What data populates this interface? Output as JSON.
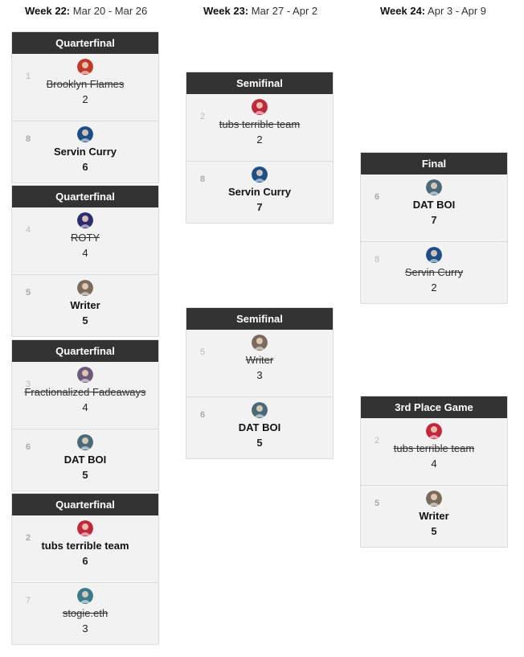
{
  "weeks": [
    {
      "label": "Week 22:",
      "dates": "Mar 20 - Mar 26"
    },
    {
      "label": "Week 23:",
      "dates": "Mar 27 - Apr 2"
    },
    {
      "label": "Week 24:",
      "dates": "Apr 3 - Apr 9"
    }
  ],
  "matches": [
    {
      "title": "Quarterfinal",
      "teams": [
        {
          "seed": "1",
          "name": "Brooklyn Flames",
          "score": "2",
          "avatar": "flames-icon",
          "color": "#c0392b",
          "winner": false
        },
        {
          "seed": "8",
          "name": "Servin Curry",
          "score": "6",
          "avatar": "curry-avatar-icon",
          "color": "#1d4e89",
          "winner": true
        }
      ]
    },
    {
      "title": "Quarterfinal",
      "teams": [
        {
          "seed": "4",
          "name": "ROTY",
          "score": "4",
          "avatar": "roty-avatar-icon",
          "color": "#2c2c6e",
          "winner": false
        },
        {
          "seed": "5",
          "name": "Writer",
          "score": "5",
          "avatar": "writer-avatar-icon",
          "color": "#7a6b5d",
          "winner": true
        }
      ]
    },
    {
      "title": "Quarterfinal",
      "teams": [
        {
          "seed": "3",
          "name": "Fractionalized Fadeaways",
          "score": "4",
          "avatar": "fadeaways-avatar-icon",
          "color": "#6b5a7a",
          "winner": false
        },
        {
          "seed": "6",
          "name": "DAT BOI",
          "score": "5",
          "avatar": "datboi-avatar-icon",
          "color": "#4a6a7a",
          "winner": true
        }
      ]
    },
    {
      "title": "Quarterfinal",
      "teams": [
        {
          "seed": "2",
          "name": "tubs terrible team",
          "score": "6",
          "avatar": "tubs-avatar-icon",
          "color": "#c0283c",
          "winner": true
        },
        {
          "seed": "7",
          "name": "stogie.eth",
          "score": "3",
          "avatar": "stogie-avatar-icon",
          "color": "#3a7a8a",
          "winner": false
        }
      ]
    },
    {
      "title": "Semifinal",
      "teams": [
        {
          "seed": "2",
          "name": "tubs terrible team",
          "score": "2",
          "avatar": "tubs-avatar-icon",
          "color": "#c0283c",
          "winner": false
        },
        {
          "seed": "8",
          "name": "Servin Curry",
          "score": "7",
          "avatar": "curry-avatar-icon",
          "color": "#1d4e89",
          "winner": true
        }
      ]
    },
    {
      "title": "Semifinal",
      "teams": [
        {
          "seed": "5",
          "name": "Writer",
          "score": "3",
          "avatar": "writer-avatar-icon",
          "color": "#7a6b5d",
          "winner": false
        },
        {
          "seed": "6",
          "name": "DAT BOI",
          "score": "5",
          "avatar": "datboi-avatar-icon",
          "color": "#4a6a7a",
          "winner": true
        }
      ]
    },
    {
      "title": "Final",
      "teams": [
        {
          "seed": "6",
          "name": "DAT BOI",
          "score": "7",
          "avatar": "datboi-avatar-icon",
          "color": "#4a6a7a",
          "winner": true
        },
        {
          "seed": "8",
          "name": "Servin Curry",
          "score": "2",
          "avatar": "curry-avatar-icon",
          "color": "#1d4e89",
          "winner": false
        }
      ]
    },
    {
      "title": "3rd Place Game",
      "teams": [
        {
          "seed": "2",
          "name": "tubs terrible team",
          "score": "4",
          "avatar": "tubs-avatar-icon",
          "color": "#c0283c",
          "winner": false
        },
        {
          "seed": "5",
          "name": "Writer",
          "score": "5",
          "avatar": "writer-avatar-icon",
          "color": "#7a6b5d",
          "winner": true
        }
      ]
    }
  ]
}
